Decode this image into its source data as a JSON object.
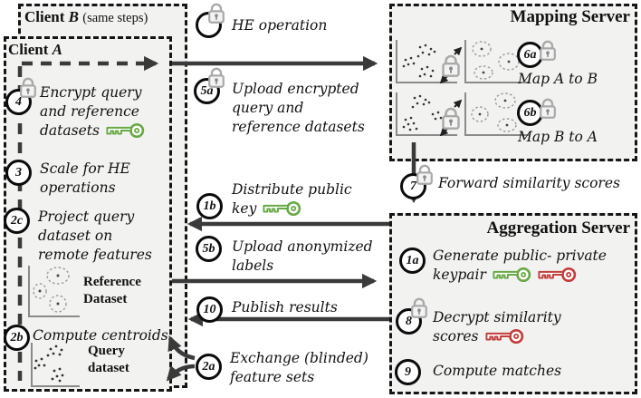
{
  "client_b": {
    "word": "Client",
    "letter": "B",
    "subtitle": "(same steps)"
  },
  "client_a": {
    "word": "Client",
    "letter": "A"
  },
  "legend": {
    "label": "HE operation"
  },
  "steps": {
    "s4": {
      "num": "4",
      "text": "Encrypt query and reference datasets"
    },
    "s3": {
      "num": "3",
      "text": "Scale for HE operations"
    },
    "s2c": {
      "num": "2c",
      "text": "Project query dataset on remote features"
    },
    "s2b": {
      "num": "2b",
      "text": "Compute centroids"
    },
    "s5a": {
      "num": "5a",
      "text": "Upload encrypted query and reference datasets"
    },
    "s1b": {
      "num": "1b",
      "text": "Distribute public key"
    },
    "s5b": {
      "num": "5b",
      "text": "Upload anonymized labels"
    },
    "s10": {
      "num": "10",
      "text": "Publish results"
    },
    "s2a": {
      "num": "2a",
      "text": "Exchange (blinded) feature sets"
    },
    "s7": {
      "num": "7",
      "text": "Forward similarity scores"
    },
    "s6a": {
      "num": "6a",
      "caption": "Map A to B"
    },
    "s6b": {
      "num": "6b",
      "caption": "Map B to A"
    },
    "s1a": {
      "num": "1a",
      "text": "Generate public- private keypair"
    },
    "s8": {
      "num": "8",
      "text": "Decrypt similarity scores"
    },
    "s9": {
      "num": "9",
      "text": "Compute matches"
    }
  },
  "mapping_server": {
    "title": "Mapping Server"
  },
  "aggregation_server": {
    "title": "Aggregation Server"
  },
  "plots": {
    "reference_label": "Reference Dataset",
    "query_label": "Query dataset"
  },
  "colors": {
    "key_green": "#69a945",
    "key_red": "#c43d3d",
    "lock_gray": "#a9a9a9",
    "line": "#3a3a3a",
    "box_bg": "#f2f2f1"
  }
}
